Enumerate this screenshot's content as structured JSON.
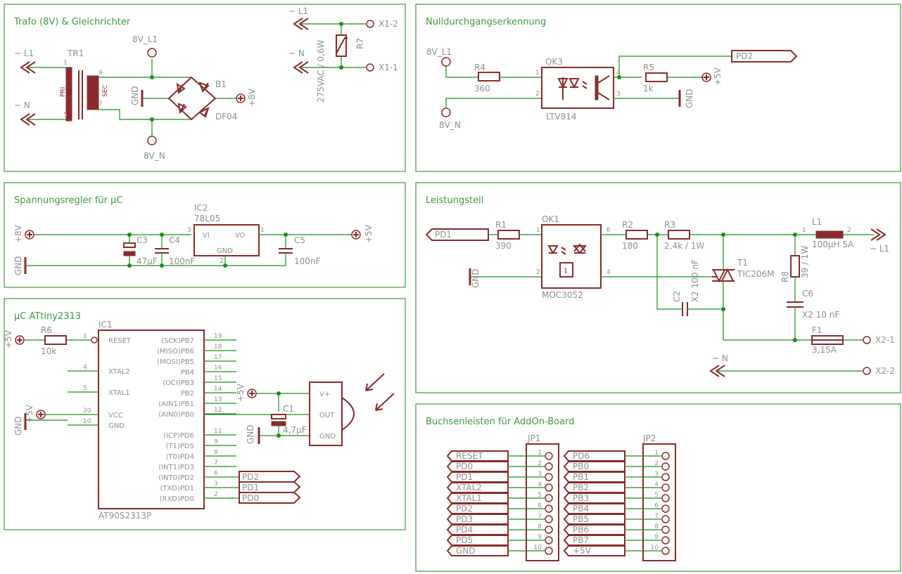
{
  "sections": {
    "trafo": "Trafo (8V) & Gleichrichter",
    "nulldurchgang": "Nulldurchgangserkennung",
    "spannungsregler": "Spannungsregler für µC",
    "leistungsteil": "Leistungsteil",
    "uc": "µC ATtiny2313",
    "buchsen": "Buchsenleisten für AddOn-Board"
  },
  "trafo": {
    "l1": "~ L1",
    "n": "~ N",
    "tr1": "TR1",
    "pri": "PRI",
    "sec": "SEC",
    "p1": "1",
    "p5": "5",
    "p9": "9",
    "p7": "7",
    "v8l1": "8V_L1",
    "v8n": "8V_N",
    "gnd": "GND",
    "b1": "B1",
    "df04": "DF04",
    "plus8v": "+8V",
    "l1b": "~ L1",
    "nb": "~ N",
    "r7": "R7",
    "r7val": "275VAC / 0,6W",
    "x12": "X1-2",
    "x11": "X1-1"
  },
  "nd": {
    "v8l1": "8V_L1",
    "v8n": "8V_N",
    "r4": "R4",
    "r4val": "360",
    "ok3": "OK3",
    "ltv": "LTV814",
    "p1": "1",
    "p2": "2",
    "p3": "3",
    "p4": "4",
    "r5": "R5",
    "r5val": "1k",
    "plus5v": "+5V",
    "gnd": "GND",
    "pd2": "PD2"
  },
  "reg": {
    "plus8v": "+8V",
    "gnd": "GND",
    "ic2": "IC2",
    "ic2val": "78L05",
    "vi": "VI",
    "vo": "VO",
    "gndp": "GND",
    "p1": "1",
    "p2": "2",
    "p3": "3",
    "c3": "C3",
    "c3val": "47µF",
    "c4": "C4",
    "c4val": "100nF",
    "c5": "C5",
    "c5val": "100nF",
    "plus5v": "+5V"
  },
  "lt": {
    "pd1": "PD1",
    "r1": "R1",
    "r1val": "390",
    "ok1": "OK1",
    "moc": "MOC3052",
    "gnd": "GND",
    "p1": "1",
    "p2": "2",
    "p4": "4",
    "p6": "6",
    "r2": "R2",
    "r2val": "180",
    "r3": "R3",
    "r3val": "2,4k / 1W",
    "l1": "L1",
    "l1val": "100µH 5A",
    "lp1": "1",
    "lp2": "2",
    "tl1": "~ L1",
    "r8": "R8",
    "r8val": "39 / 1W",
    "c6": "C6",
    "c6val": "X2 10 nF",
    "c2": "C2",
    "c2val": "X2 100 nF",
    "t1": "T1",
    "t1val": "TIC206M",
    "f1": "F1",
    "f1val": "3,15A",
    "x21": "X2-1",
    "x22": "X2-2",
    "tn": "~ N"
  },
  "uc": {
    "plus5v": "+5V",
    "r6": "R6",
    "r6val": "10k",
    "ic1": "IC1",
    "ic1val": "AT90S2313P",
    "gnd": "GND",
    "left_pins": [
      {
        "num": "1",
        "name": "RESET"
      },
      {
        "num": "4",
        "name": "XTAL2"
      },
      {
        "num": "5",
        "name": "XTAL1"
      },
      {
        "num": "20",
        "name": "VCC"
      },
      {
        "num": "10",
        "name": "GND"
      }
    ],
    "right_pins": [
      {
        "num": "19",
        "name": "(SCK)PB7"
      },
      {
        "num": "18",
        "name": "(MISO)PB6"
      },
      {
        "num": "17",
        "name": "(MOSI)PB5"
      },
      {
        "num": "16",
        "name": "PB4"
      },
      {
        "num": "15",
        "name": "(OCI)PB3"
      },
      {
        "num": "14",
        "name": "PB2"
      },
      {
        "num": "13",
        "name": "(AIN1)PB1"
      },
      {
        "num": "12",
        "name": "(AIN0)PB0"
      },
      {
        "num": "11",
        "name": "(ICP)PD6"
      },
      {
        "num": "9",
        "name": "(T1)PD5"
      },
      {
        "num": "8",
        "name": "(T0)PD4"
      },
      {
        "num": "7",
        "name": "(INT1)PD3"
      },
      {
        "num": "6",
        "name": "(INT0)PD2"
      },
      {
        "num": "3",
        "name": "(TXD)PD1"
      },
      {
        "num": "2",
        "name": "(RXD)PD0"
      }
    ],
    "net_pd2": "PD2",
    "net_pd1": "PD1",
    "net_pd0": "PD0",
    "ir_vplus": "V+",
    "ir_out": "OUT",
    "ir_gnd": "GND",
    "c1": "C1",
    "c1val": "4,7µF",
    "plus5v_ir": "+5V",
    "gnd_ir": "GND"
  },
  "hdr": {
    "jp1": "JP1",
    "jp2": "JP2",
    "jp1_nets": [
      "RESET",
      "PD0",
      "PD1",
      "XTAL2",
      "XTAL1",
      "PD2",
      "PD3",
      "PD4",
      "PD5",
      "GND"
    ],
    "jp2_nets": [
      "PD6",
      "PB0",
      "PB1",
      "PB2",
      "PB3",
      "PB4",
      "PB5",
      "PB6",
      "PB7",
      "+5V"
    ],
    "pins": [
      "1",
      "2",
      "3",
      "4",
      "5",
      "6",
      "7",
      "8",
      "9",
      "10"
    ]
  }
}
